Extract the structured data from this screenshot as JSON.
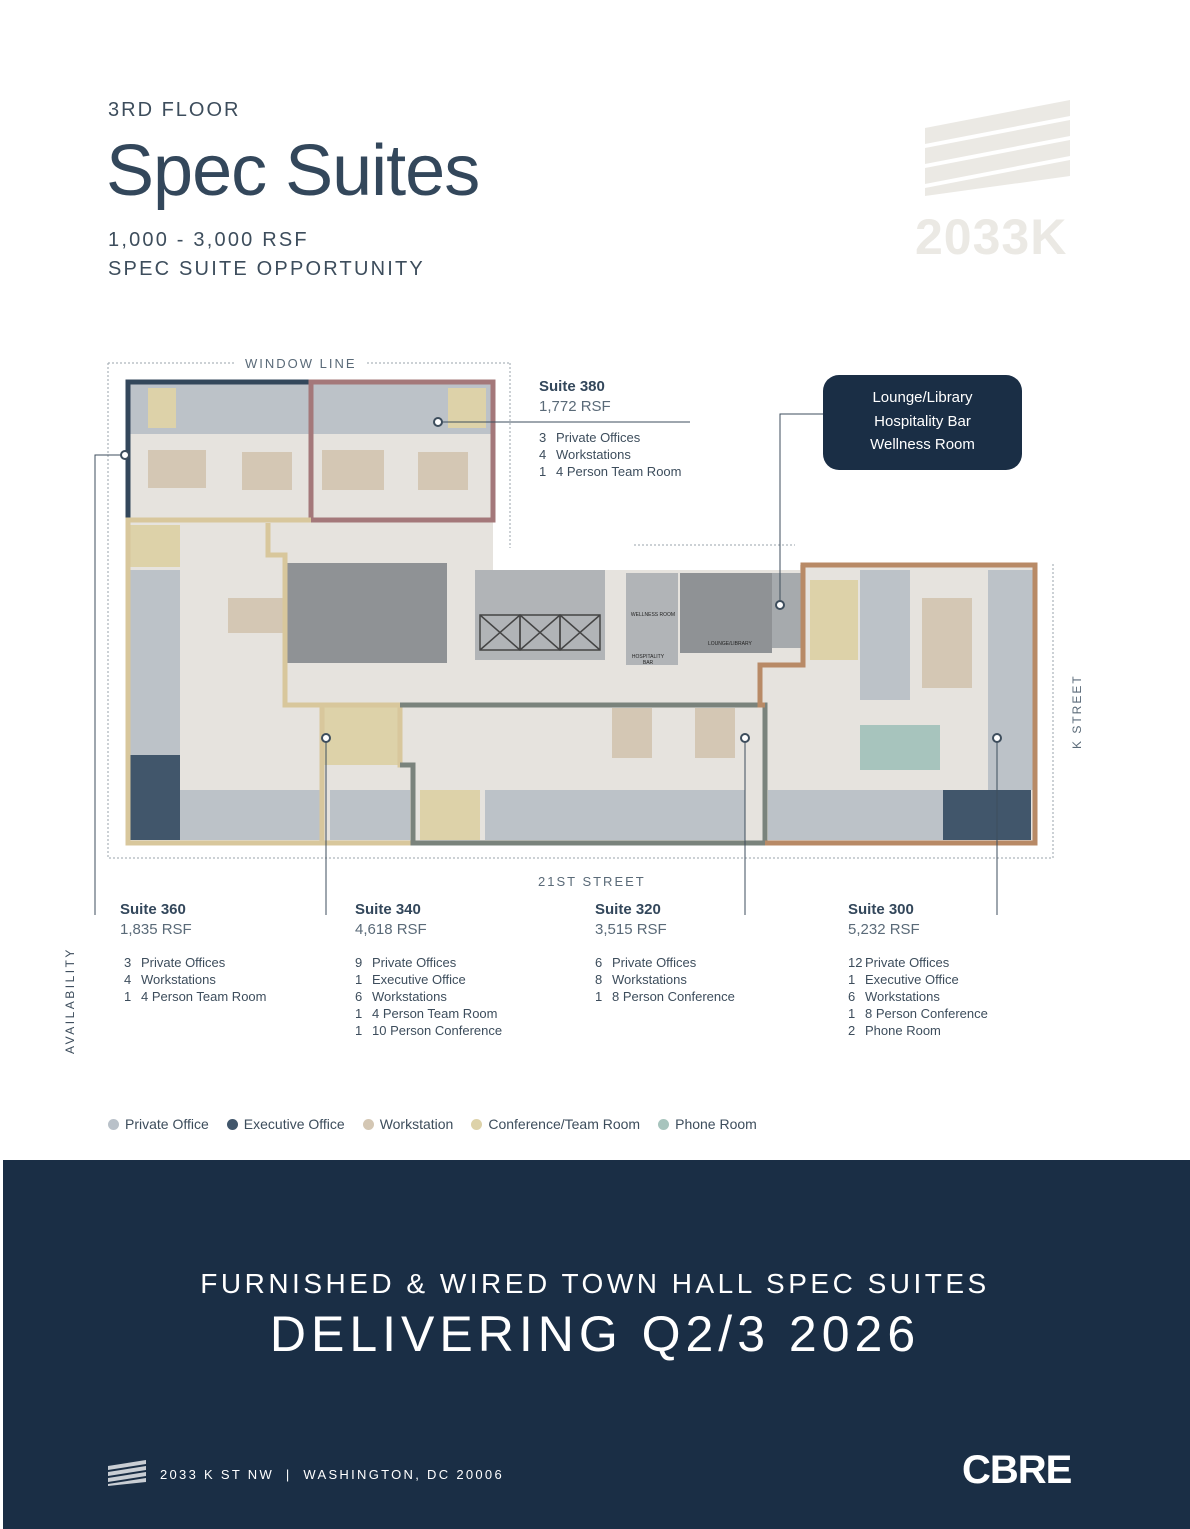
{
  "header": {
    "floor_label": "3RD FLOOR",
    "title": "Spec Suites",
    "range": "1,000 - 3,000 RSF",
    "opportunity": "SPEC SUITE OPPORTUNITY",
    "building_mark": "2033K"
  },
  "plan": {
    "window_line": "WINDOW LINE",
    "street_bottom": "21ST STREET",
    "street_right": "K STREET",
    "room_labels": {
      "wellness": "WELLNESS ROOM",
      "lounge_library": "LOUNGE/LIBRARY",
      "hospitality_bar": "HOSPITALITY BAR"
    },
    "amenity_box": [
      "Lounge/Library",
      "Hospitality Bar",
      "Wellness Room"
    ]
  },
  "suites": [
    {
      "name": "Suite 380",
      "rsf": "1,772 RSF",
      "items": [
        {
          "n": "3",
          "label": "Private Offices"
        },
        {
          "n": "4",
          "label": "Workstations"
        },
        {
          "n": "1",
          "label": "4 Person Team Room"
        }
      ]
    },
    {
      "name": "Suite 360",
      "rsf": "1,835 RSF",
      "items": [
        {
          "n": "3",
          "label": "Private Offices"
        },
        {
          "n": "4",
          "label": "Workstations"
        },
        {
          "n": "1",
          "label": "4 Person Team Room"
        }
      ]
    },
    {
      "name": "Suite 340",
      "rsf": "4,618 RSF",
      "items": [
        {
          "n": "9",
          "label": "Private Offices"
        },
        {
          "n": "1",
          "label": "Executive Office"
        },
        {
          "n": "6",
          "label": "Workstations"
        },
        {
          "n": "1",
          "label": "4 Person Team Room"
        },
        {
          "n": "1",
          "label": "10 Person Conference"
        }
      ]
    },
    {
      "name": "Suite 320",
      "rsf": "3,515 RSF",
      "items": [
        {
          "n": "6",
          "label": "Private Offices"
        },
        {
          "n": "8",
          "label": "Workstations"
        },
        {
          "n": "1",
          "label": "8 Person Conference"
        }
      ]
    },
    {
      "name": "Suite 300",
      "rsf": "5,232 RSF",
      "items": [
        {
          "n": "12",
          "label": "Private Offices"
        },
        {
          "n": "1",
          "label": "Executive Office"
        },
        {
          "n": "6",
          "label": "Workstations"
        },
        {
          "n": "1",
          "label": "8 Person Conference"
        },
        {
          "n": "2",
          "label": "Phone Room"
        }
      ]
    }
  ],
  "availability_label": "AVAILABILITY",
  "legend": [
    {
      "label": "Private Office",
      "color": "#b9c1c9"
    },
    {
      "label": "Executive Office",
      "color": "#41566b"
    },
    {
      "label": "Workstation",
      "color": "#d4c7b4"
    },
    {
      "label": "Conference/Team Room",
      "color": "#ddd2a9"
    },
    {
      "label": "Phone Room",
      "color": "#a7c4bd"
    }
  ],
  "footer": {
    "subtitle": "FURNISHED & WIRED TOWN HALL SPEC SUITES",
    "headline": "DELIVERING Q2/3 2026",
    "address": "2033 K ST NW  |  WASHINGTON, DC 20006",
    "broker_logo": "CBRE"
  },
  "colors": {
    "navy": "#1a2e45",
    "suite380": "#a4787a",
    "suite360": "#d8c79c",
    "suite340": "#7a837c",
    "suite300": "#b88a66",
    "suite_frame_top": "#33475b"
  }
}
